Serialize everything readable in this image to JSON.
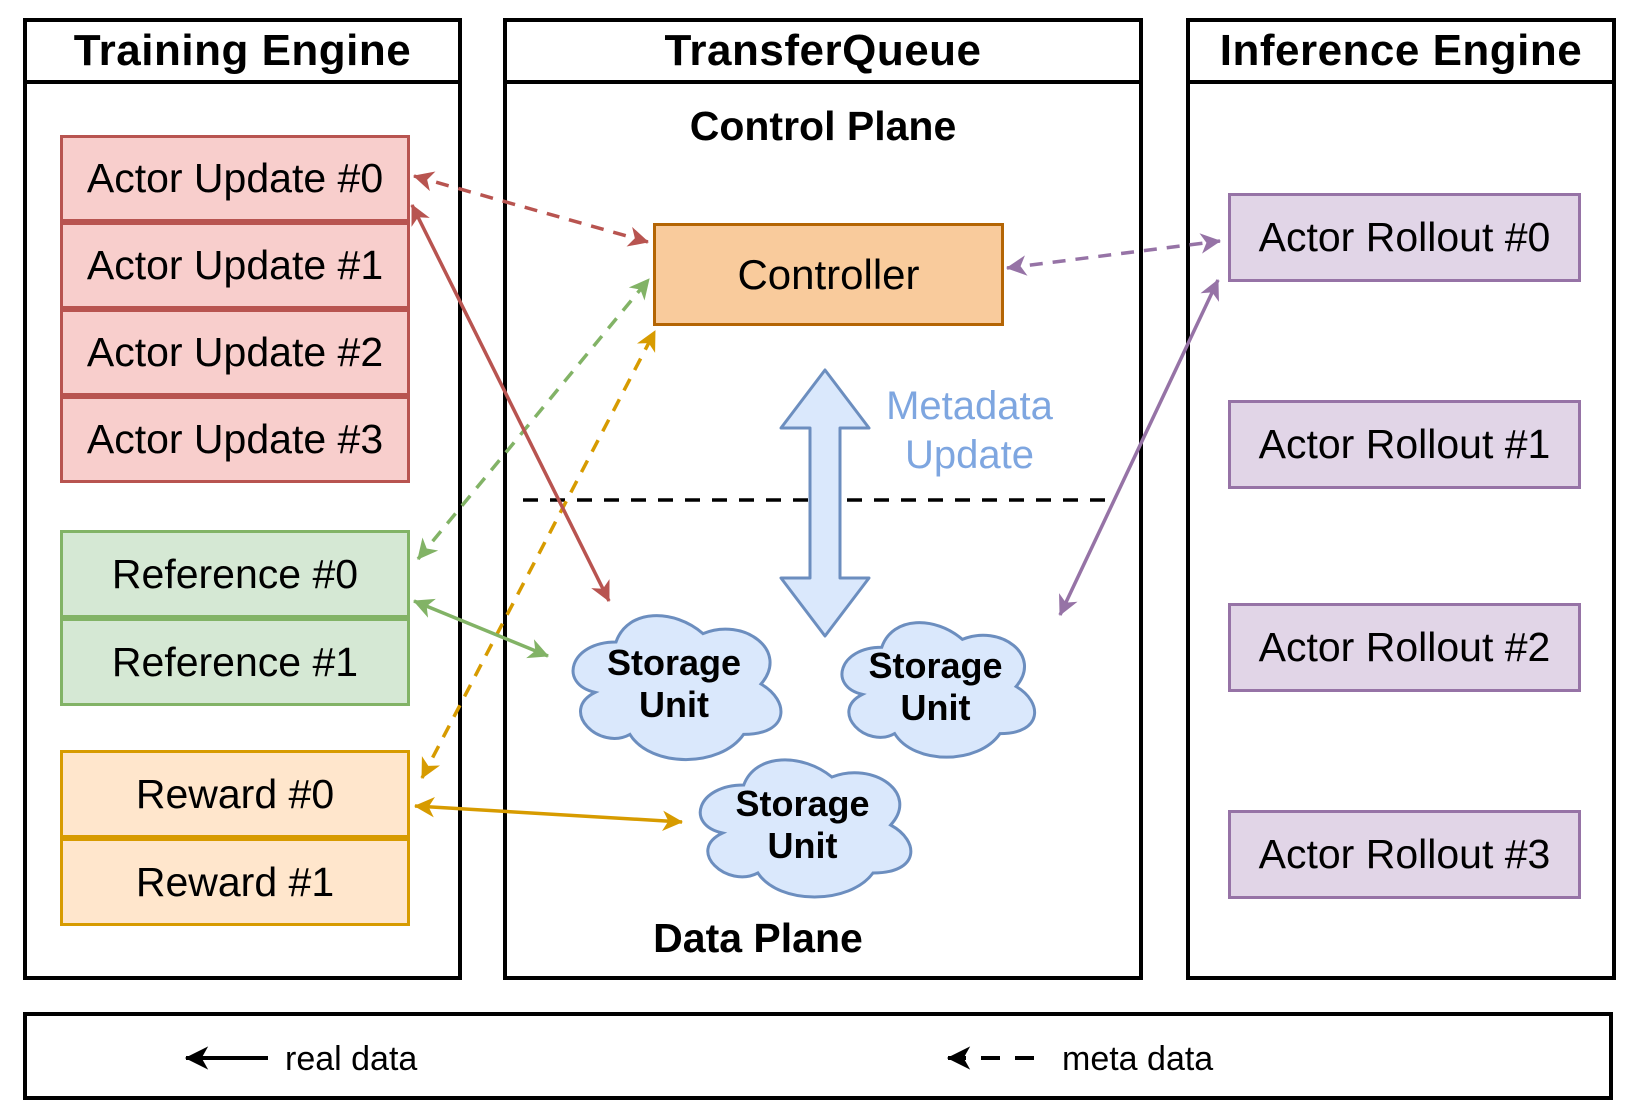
{
  "colors": {
    "red_fill": "#F8CECC",
    "red_stroke": "#B85450",
    "green_fill": "#D5E8D4",
    "green_stroke": "#82B366",
    "amber_fill": "#FFE6CC",
    "amber_stroke": "#D79B00",
    "controller_fill": "#F9CB9C",
    "controller_stroke": "#B46504",
    "purple_fill": "#E1D5E7",
    "purple_stroke": "#9673A6",
    "blue_fill": "#DAE8FC",
    "blue_stroke": "#6C8EBF",
    "metadata_text": "#7EA6E0"
  },
  "panels": {
    "training": {
      "title": "Training Engine",
      "actor_updates": [
        "Actor Update #0",
        "Actor Update #1",
        "Actor Update #2",
        "Actor Update #3"
      ],
      "references": [
        "Reference #0",
        "Reference #1"
      ],
      "rewards": [
        "Reward #0",
        "Reward #1"
      ]
    },
    "transferqueue": {
      "title": "TransferQueue",
      "control_plane": "Control Plane",
      "controller": "Controller",
      "metadata_line1": "Metadata",
      "metadata_line2": "Update",
      "storage_unit_line1": "Storage",
      "storage_unit_line2": "Unit",
      "data_plane": "Data Plane"
    },
    "inference": {
      "title": "Inference Engine",
      "actor_rollouts": [
        "Actor Rollout #0",
        "Actor Rollout #1",
        "Actor Rollout #2",
        "Actor Rollout #3"
      ]
    }
  },
  "legend": {
    "real_data": "real data",
    "meta_data": "meta data"
  }
}
